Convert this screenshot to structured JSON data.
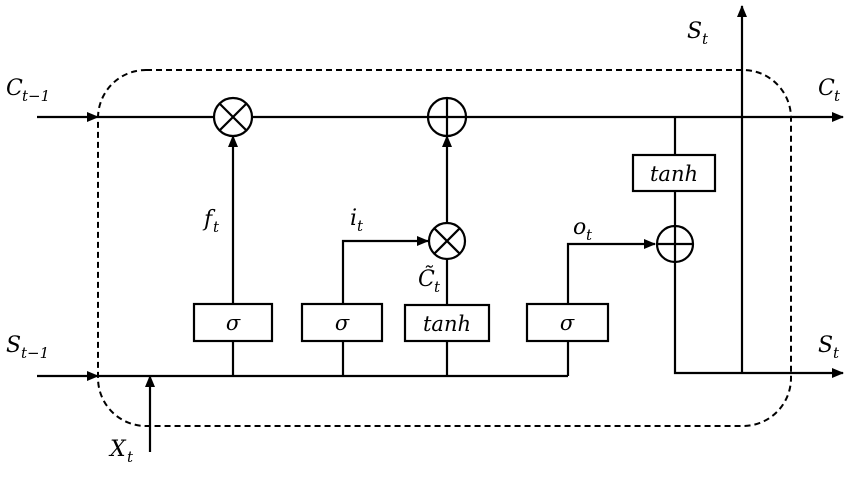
{
  "diagram": {
    "boundary": "dashed rounded rectangle",
    "labels": {
      "c_prev": {
        "base": "C",
        "sub": "t−1"
      },
      "c_out": {
        "base": "C",
        "sub": "t"
      },
      "s_prev": {
        "base": "S",
        "sub": "t−1"
      },
      "s_out": {
        "base": "S",
        "sub": "t"
      },
      "s_up": {
        "base": "S",
        "sub": "t"
      },
      "x_in": {
        "base": "X",
        "sub": "t"
      },
      "f_gate": {
        "base": "f",
        "sub": "t"
      },
      "i_gate": {
        "base": "i",
        "sub": "t"
      },
      "o_gate": {
        "base": "o",
        "sub": "t"
      },
      "c_tilde": {
        "base": "C̃",
        "sub": "t"
      }
    },
    "boxes": {
      "sigma_forget": "σ",
      "sigma_input": "σ",
      "tanh_candidate": "tanh",
      "sigma_output": "σ",
      "tanh_cell": "tanh"
    },
    "operators": {
      "forget_multiply": "multiply",
      "cell_add": "add",
      "input_multiply": "multiply",
      "output_add": "add"
    }
  }
}
